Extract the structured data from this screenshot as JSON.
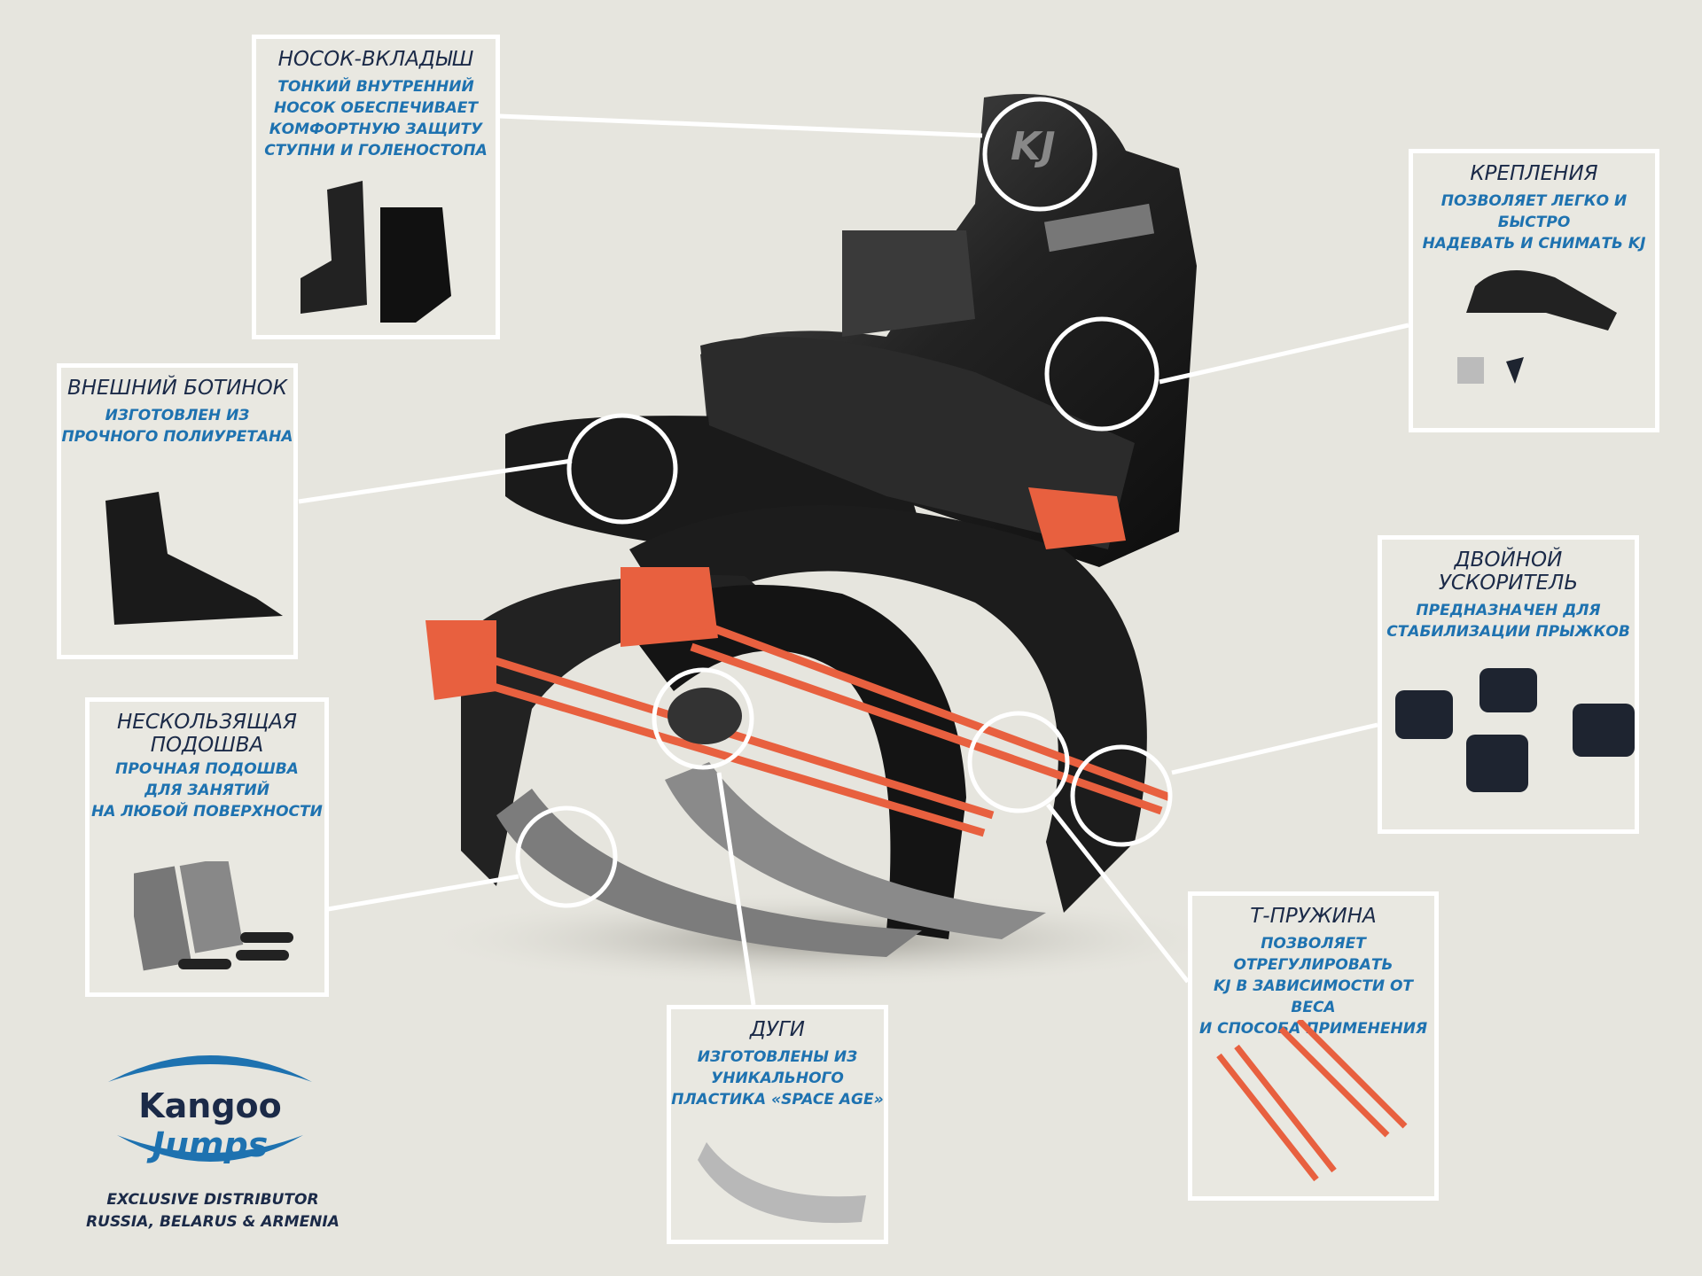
{
  "callouts": {
    "sock_liner": {
      "title": "НОСОК-ВКЛАДЫШ",
      "lines": [
        "ТОНКИЙ ВНУТРЕННИЙ",
        "НОСОК ОБЕСПЕЧИВАЕТ",
        "КОМФОРТНУЮ ЗАЩИТУ",
        "СТУПНИ И ГОЛЕНОСТОПА"
      ]
    },
    "outer_boot": {
      "title": "ВНЕШНИЙ БОТИНОК",
      "lines": [
        "ИЗГОТОВЛЕН ИЗ",
        "ПРОЧНОГО  ПОЛИУРЕТАНА"
      ]
    },
    "sole": {
      "title_lines": [
        "НЕСКОЛЬЗЯЩАЯ",
        "ПОДОШВА"
      ],
      "lines": [
        "ПРОЧНАЯ ПОДОШВА",
        "ДЛЯ ЗАНЯТИЙ",
        "НА ЛЮБОЙ ПОВЕРХНОСТИ"
      ]
    },
    "arcs": {
      "title": "ДУГИ",
      "lines": [
        "ИЗГОТОВЛЕНЫ ИЗ",
        "УНИКАЛЬНОГО",
        "ПЛАСТИКА «SPACE AGE»"
      ]
    },
    "t_spring": {
      "title": "Т-ПРУЖИНА",
      "lines": [
        "ПОЗВОЛЯЕТ ОТРЕГУЛИРОВАТЬ",
        "KJ В ЗАВИСИМОСТИ ОТ ВЕСА",
        "И СПОСОБА ПРИМЕНЕНИЯ"
      ]
    },
    "double_booster": {
      "title": "ДВОЙНОЙ УСКОРИТЕЛЬ",
      "lines": [
        "ПРЕДНАЗНАЧЕН ДЛЯ",
        "СТАБИЛИЗАЦИИ ПРЫЖКОВ"
      ]
    },
    "bindings": {
      "title": "КРЕПЛЕНИЯ",
      "lines": [
        "ПОЗВОЛЯЕТ ЛЕГКО И БЫСТРО",
        "НАДЕВАТЬ И СНИМАТЬ KJ"
      ]
    }
  },
  "logo": {
    "word1": "Kangoo",
    "word2": "Jumps",
    "boot_mark": "KJ"
  },
  "distributor": {
    "line1": "EXCLUSIVE DISTRIBUTOR",
    "line2": "RUSSIA, BELARUS & ARMENIA"
  },
  "colors": {
    "title": "#1b2a48",
    "desc": "#1e72b0",
    "accent": "#e8603f",
    "background": "#e6e5de"
  }
}
